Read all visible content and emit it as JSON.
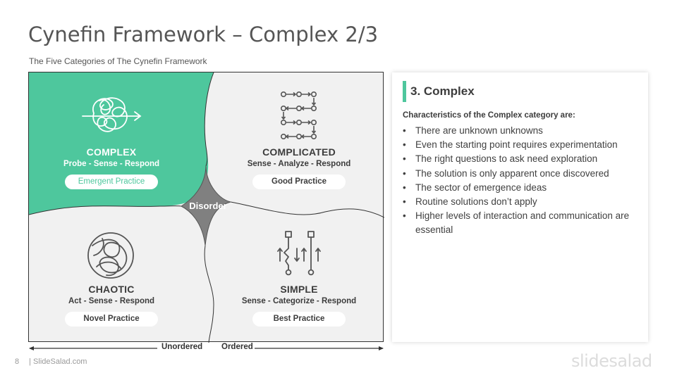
{
  "title": "Cynefin Framework – Complex 2/3",
  "subtitle": "The Five Categories of The Cynefin Framework",
  "colors": {
    "accent": "#4ec79d",
    "disorder": "#808080",
    "quadrant_bg": "#f1f1f1",
    "text_dark": "#3c3c3c"
  },
  "quadrants": {
    "complex": {
      "name": "COMPLEX",
      "steps": "Probe - Sense - Respond",
      "practice": "Emergent Practice",
      "icon": "tangled-arrow-icon"
    },
    "complicated": {
      "name": "COMPLICATED",
      "steps": "Sense - Analyze - Respond",
      "practice": "Good Practice",
      "icon": "flow-grid-icon"
    },
    "chaotic": {
      "name": "CHAOTIC",
      "steps": "Act - Sense - Respond",
      "practice": "Novel Practice",
      "icon": "chaos-circle-icon"
    },
    "simple": {
      "name": "SIMPLE",
      "steps": "Sense - Categorize - Respond",
      "practice": "Best Practice",
      "icon": "linear-path-icon"
    }
  },
  "disorder_label": "Disorder",
  "axis": {
    "left_label": "Unordered",
    "right_label": "Ordered"
  },
  "panel": {
    "heading": "3. Complex",
    "intro": "Characteristics of the Complex category are:",
    "bullets": [
      "There are unknown unknowns",
      "Even the starting point requires experimentation",
      "The right questions to ask need exploration",
      "The solution is only apparent once discovered",
      "The sector of emergence ideas",
      "Routine solutions don’t apply",
      "Higher levels of interaction and communication are essential"
    ]
  },
  "footer": {
    "page_number": "8",
    "site": "| SlideSalad.com"
  },
  "logo": "slidesalad"
}
